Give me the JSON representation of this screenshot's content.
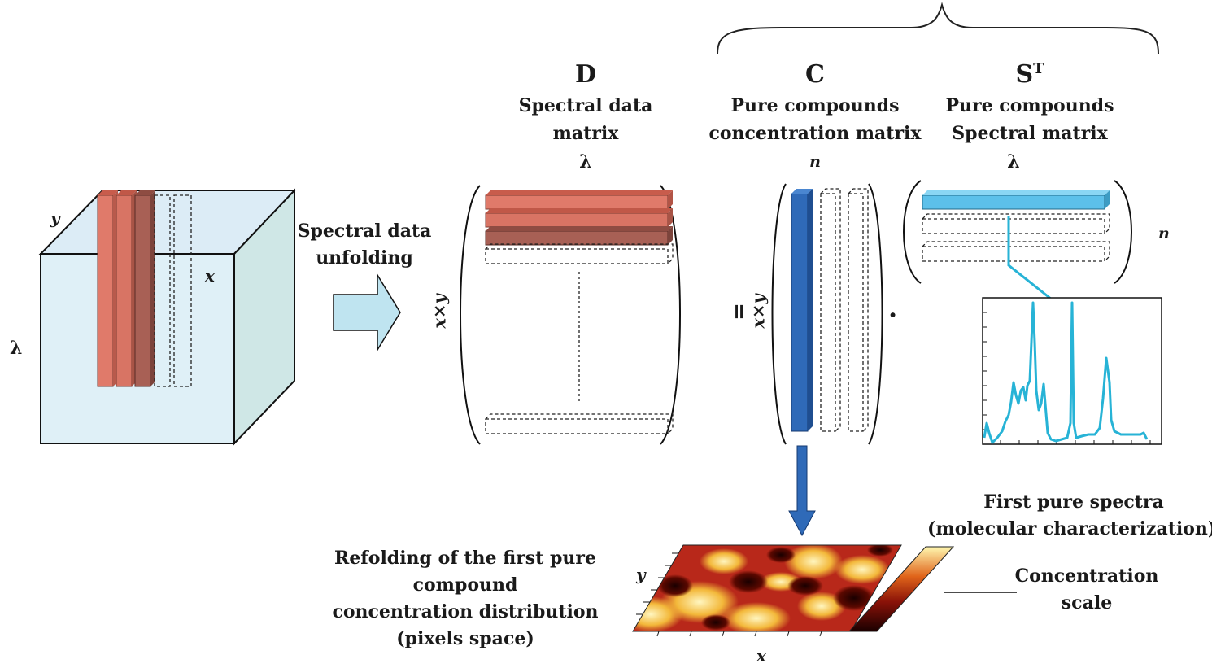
{
  "cube": {
    "axis_y": "y",
    "axis_x": "x",
    "axis_lambda": "λ"
  },
  "unfolding": {
    "line1": "Spectral data",
    "line2": "unfolding"
  },
  "matrix_D": {
    "symbol": "D",
    "line1": "Spectral data",
    "line2": "matrix",
    "col_label": "λ",
    "row_label": "x×y"
  },
  "matrix_C": {
    "symbol": "C",
    "line1": "Pure compounds",
    "line2": "concentration matrix",
    "col_label": "n",
    "row_label": "x×y"
  },
  "matrix_ST": {
    "symbol": "S",
    "superscript": "T",
    "line1": "Pure compounds",
    "line2": "Spectral matrix",
    "col_label": "λ",
    "row_label": "n"
  },
  "operators": {
    "equals": "=",
    "dot": "·"
  },
  "spectrum_caption": {
    "line1": "First pure spectra",
    "line2": "(molecular characterization)"
  },
  "refolding_caption": {
    "line1": "Refolding of the first pure",
    "line2": "compound",
    "line3": "concentration distribution",
    "line4": "(pixels space)"
  },
  "map": {
    "axis_y": "y",
    "axis_x": "x"
  },
  "scale_caption": {
    "line1": "Concentration",
    "line2": "scale"
  },
  "colors": {
    "cube_face": "#dff0f7",
    "slab_red": "#e07a6a",
    "slab_dark": "#a86055",
    "bar_blue": "#2f6ab8",
    "spectrum": "#27b3d6",
    "arrow_light": "#bfe4f0",
    "arrow_dark": "#2f6ab8"
  }
}
